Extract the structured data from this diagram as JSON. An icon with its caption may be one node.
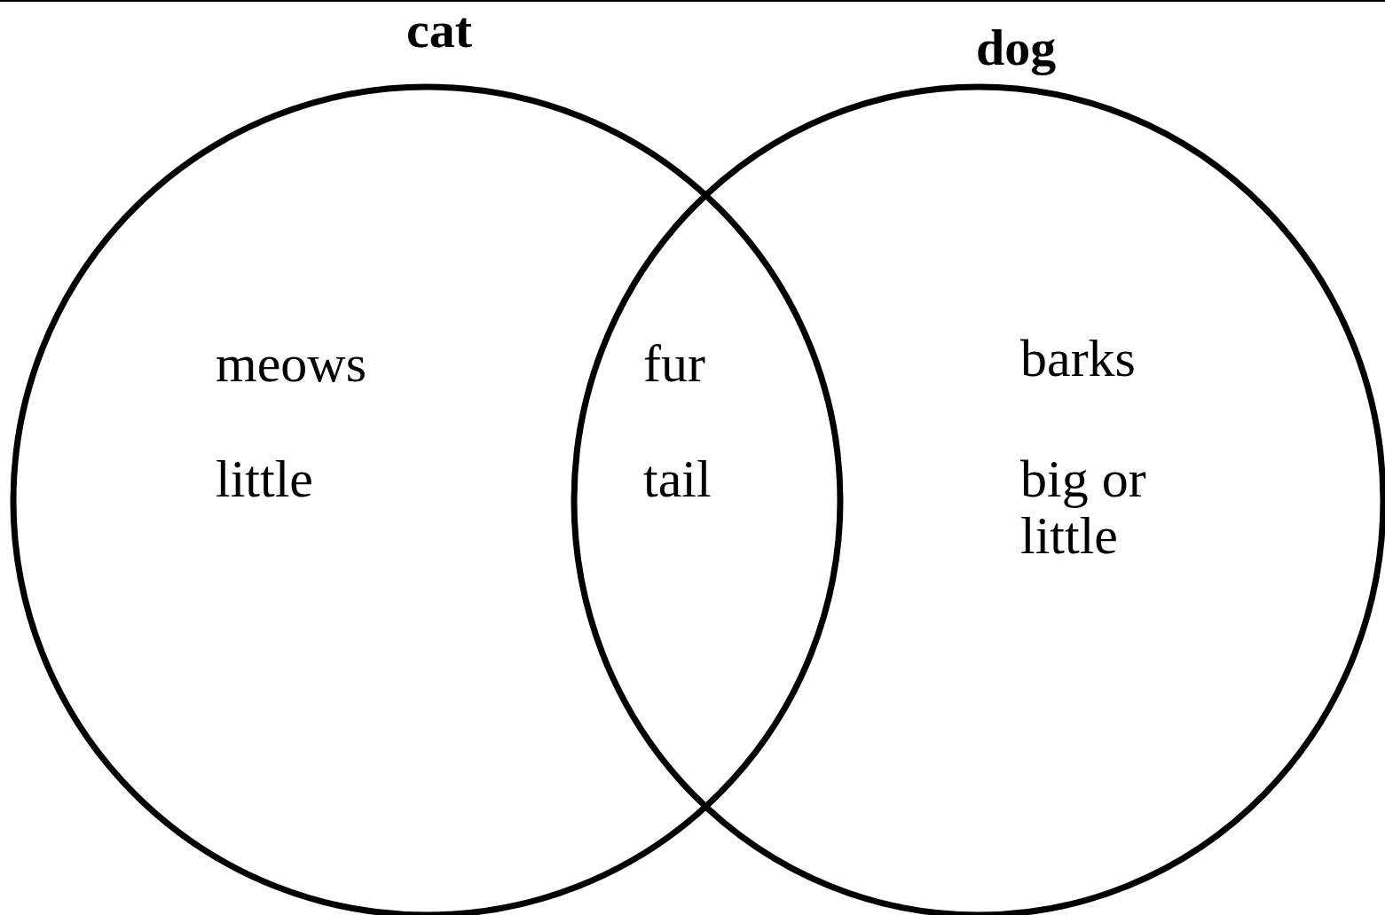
{
  "diagram": {
    "nodes": [
      {
        "text": [
          "cat",
          "meows",
          "little"
        ]
      },
      {
        "text": [
          "dog",
          "barks",
          "big or little"
        ]
      }
    ],
    "labels": [
      "fur",
      "tail"
    ]
  }
}
